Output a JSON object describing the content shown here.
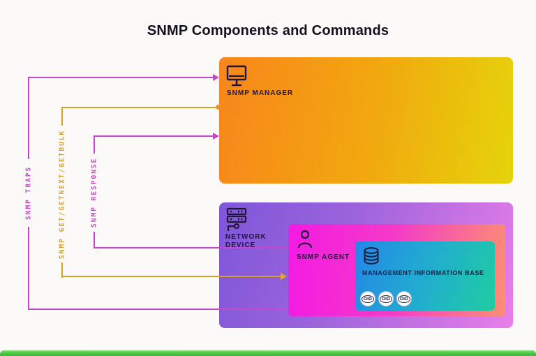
{
  "title": "SNMP Components and Commands",
  "nodes": {
    "manager": {
      "label": "SNMP MANAGER",
      "icon": "monitor-icon"
    },
    "network_device": {
      "label": "NETWORK DEVICE",
      "icon": "network-switch-icon"
    },
    "agent": {
      "label": "SNMP AGENT",
      "icon": "person-icon"
    },
    "mib": {
      "label": "MANAGEMENT INFORMATION BASE",
      "icon": "database-icon",
      "oid_badges": [
        "OID",
        "OID",
        "OID"
      ]
    }
  },
  "connectors": [
    {
      "id": "snmp-traps",
      "label": "SNMP TRAPS",
      "color": "#C746CE",
      "from": "SNMP AGENT",
      "to": "SNMP MANAGER"
    },
    {
      "id": "snmp-get",
      "label": "SNMP GET/GETNEXT/GETBULK",
      "color": "#D3A12B",
      "from": "SNMP MANAGER",
      "to": "SNMP AGENT"
    },
    {
      "id": "snmp-response",
      "label": "SNMP RESPONSE",
      "color": "#C746CE",
      "from": "SNMP AGENT",
      "to": "SNMP MANAGER"
    }
  ],
  "colors": {
    "background": "#FCFAF8",
    "title_text": "#14101E",
    "dark_icon": "#22163D",
    "manager_gradient": [
      "#F8861C",
      "#E5D40A"
    ],
    "device_gradient": [
      "#7E57D9",
      "#EA7EE9"
    ],
    "agent_gradient": [
      "#F41AE3",
      "#FB8F72"
    ],
    "mib_gradient": [
      "#2487E9",
      "#1FCDA0"
    ],
    "magenta_connector": "#C746CE",
    "orange_connector": "#D3A12B",
    "footer_bar_green": "#45C342"
  }
}
